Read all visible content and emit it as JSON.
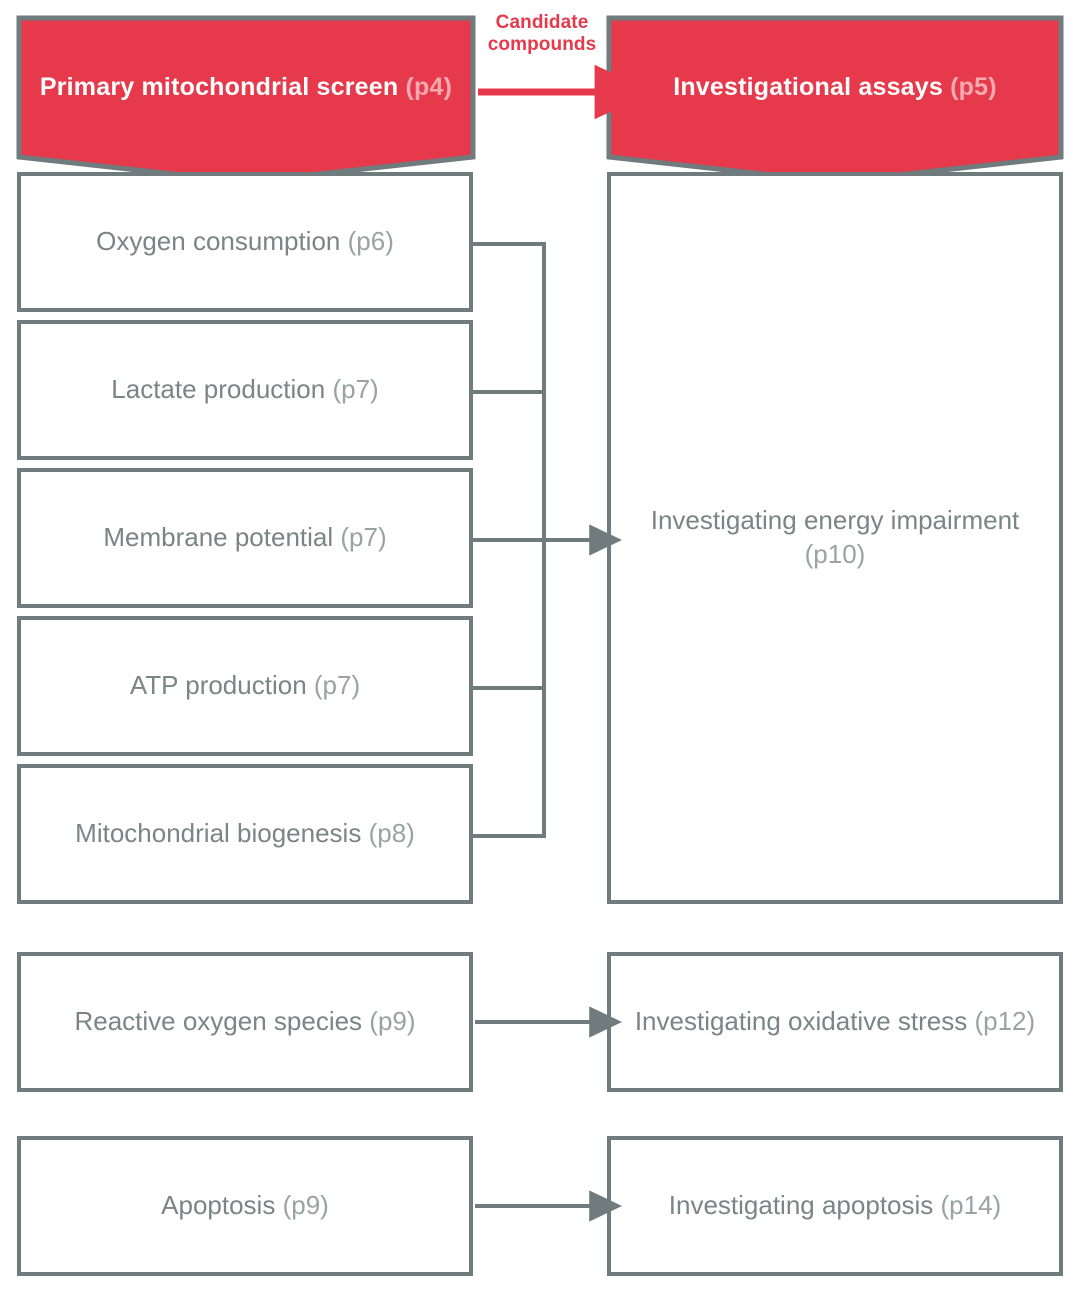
{
  "figure": {
    "background_color": "#ffffff",
    "accent_red": "#e6394b",
    "outline_gray": "#6f7b7d",
    "text_gray": "#7b8486",
    "page_ref_gray": "#9aa2a4",
    "page_ref_on_red": "#f6aab0"
  },
  "columns": {
    "left_header": {
      "title": "Primary mitochondrial screen",
      "page_ref": "(p4)"
    },
    "right_header": {
      "title": "Investigational assays",
      "page_ref": "(p5)"
    }
  },
  "flow_arrow": {
    "label_line1": "Candidate",
    "label_line2": "compounds",
    "color": "#e6394b"
  },
  "left_boxes": [
    {
      "label": "Oxygen consumption",
      "page_ref": "(p6)"
    },
    {
      "label": "Lactate production",
      "page_ref": "(p7)"
    },
    {
      "label": "Membrane potential",
      "page_ref": "(p7)"
    },
    {
      "label": "ATP production",
      "page_ref": "(p7)"
    },
    {
      "label": "Mitochondrial biogenesis",
      "page_ref": "(p8)"
    },
    {
      "label": "Reactive oxygen species",
      "page_ref": "(p9)"
    },
    {
      "label": "Apoptosis",
      "page_ref": "(p9)"
    }
  ],
  "right_boxes": [
    {
      "label": "Investigating energy impairment",
      "page_ref": "(p10)"
    },
    {
      "label": "Investigating oxidative stress",
      "page_ref": "(p12)"
    },
    {
      "label": "Investigating apoptosis",
      "page_ref": "(p14)"
    }
  ],
  "connectors": {
    "bracket_sources": [
      "Oxygen consumption",
      "Lactate production",
      "Membrane potential",
      "ATP production",
      "Mitochondrial biogenesis"
    ],
    "bracket_target": "Investigating energy impairment",
    "direct_pairs": [
      {
        "from": "Reactive oxygen species",
        "to": "Investigating oxidative stress"
      },
      {
        "from": "Apoptosis",
        "to": "Investigating apoptosis"
      }
    ]
  }
}
